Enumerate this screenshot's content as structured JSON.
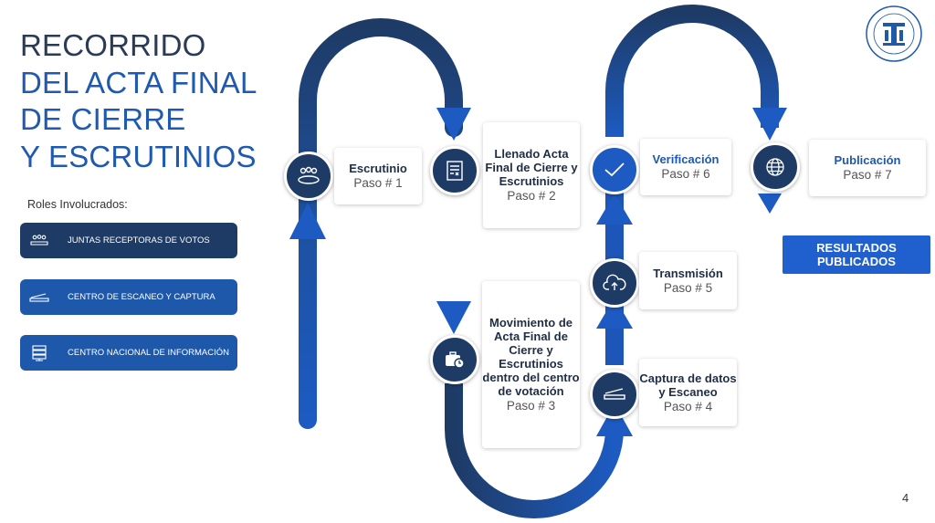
{
  "title": {
    "line1": "RECORRIDO",
    "line2": "DEL ACTA FINAL",
    "line3": "DE CIERRE",
    "line4": "Y ESCRUTINIOS"
  },
  "roles": {
    "label": "Roles Involucrados:",
    "items": [
      {
        "label": "JUNTAS RECEPTORAS DE VOTOS",
        "icon": "people-table-icon"
      },
      {
        "label": "CENTRO DE ESCANEO Y CAPTURA",
        "icon": "scanner-icon"
      },
      {
        "label": "CENTRO NACIONAL DE INFORMACIÓN",
        "icon": "server-icon"
      }
    ]
  },
  "steps": [
    {
      "name": "Escrutinio",
      "step": "Paso # 1",
      "icon": "people-table-icon"
    },
    {
      "name": "Llenado Acta Final de Cierre y Escrutinios",
      "step": "Paso # 2",
      "icon": "document-icon"
    },
    {
      "name": "Movimiento de Acta Final de Cierre y Escrutinios dentro del centro de votación",
      "step": "Paso # 3",
      "icon": "briefcase-clock-icon"
    },
    {
      "name": "Captura de datos y Escaneo",
      "step": "Paso # 4",
      "icon": "scanner-icon"
    },
    {
      "name": "Transmisión",
      "step": "Paso # 5",
      "icon": "cloud-upload-icon"
    },
    {
      "name": "Verificación",
      "step": "Paso # 6",
      "icon": "checkmark-icon"
    },
    {
      "name": "Publicación",
      "step": "Paso # 7",
      "icon": "globe-icon"
    }
  ],
  "results": {
    "line1": "RESULTADOS",
    "line2": "PUBLICADOS"
  },
  "page_number": "4",
  "colors": {
    "dark_navy": "#1e3b66",
    "bright_blue": "#1d5bc2",
    "accent_blue": "#1f58b0"
  }
}
